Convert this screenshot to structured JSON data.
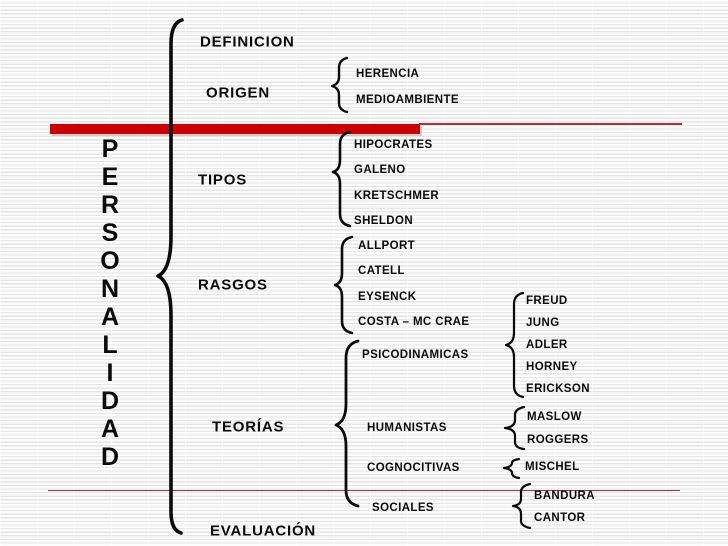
{
  "slide": {
    "main_topic": "PERSONALIDAD"
  },
  "colors": {
    "accent_bar": "#cc0000",
    "thin_line_top": "#b03030",
    "thin_line_bottom": "#a83030",
    "text": "#0a0a0a",
    "background_stripe": "#e5e5e5"
  },
  "sections": {
    "definicion": {
      "label": "DEFINICION"
    },
    "origen": {
      "label": "ORIGEN",
      "items": [
        "HERENCIA",
        "MEDIOAMBIENTE"
      ]
    },
    "tipos": {
      "label": "TIPOS",
      "items": [
        "HIPOCRATES",
        "GALENO",
        "KRETSCHMER",
        "SHELDON"
      ]
    },
    "rasgos": {
      "label": "RASGOS",
      "items": [
        "ALLPORT",
        "CATELL",
        "EYSENCK",
        "COSTA – MC CRAE"
      ]
    },
    "teorias": {
      "label": "TEORÍAS",
      "items": [
        "PSICODINAMICAS",
        "HUMANISTAS",
        "COGNOCITIVAS",
        "SOCIALES"
      ],
      "psicodinamicas_items": [
        "FREUD",
        "JUNG",
        "ADLER",
        "HORNEY",
        "ERICKSON"
      ],
      "humanistas_items": [
        "MASLOW",
        "ROGGERS"
      ],
      "cognocitivas_items": [
        "MISCHEL"
      ],
      "sociales_items": [
        "BANDURA",
        "CANTOR"
      ]
    },
    "evaluacion": {
      "label": "EVALUACIÓN"
    }
  }
}
